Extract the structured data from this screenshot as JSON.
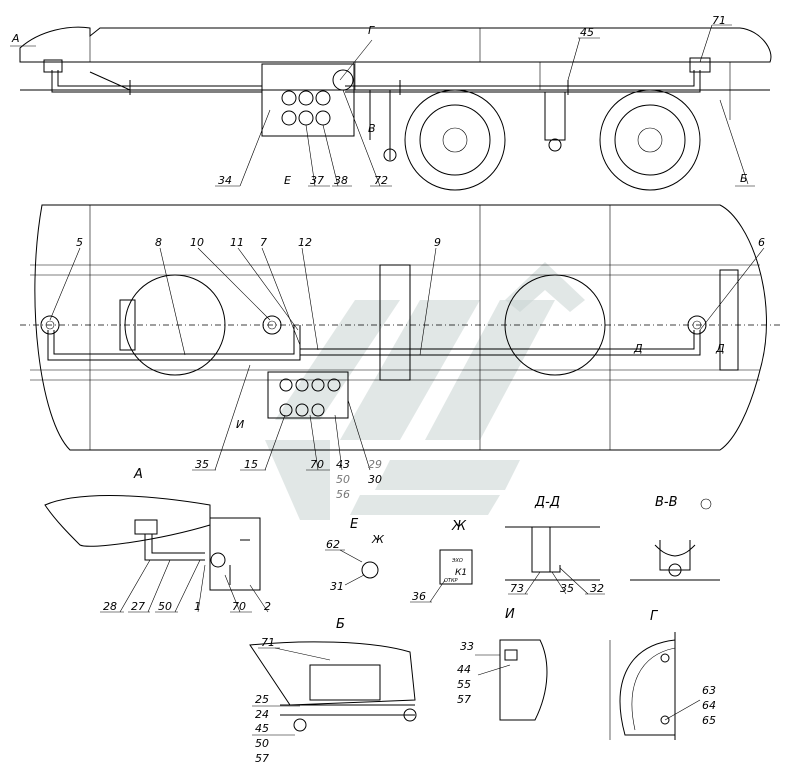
{
  "views": {
    "side": {
      "marker_a": "А",
      "marker_g": "Г",
      "marker_v": "В"
    },
    "detail_titles": {
      "a": "А",
      "e": "Е",
      "zh": "Ж",
      "dd": "Д-Д",
      "vv": "В-В",
      "b": "Б",
      "i": "И",
      "g": "Г"
    },
    "section_marks": {
      "e": "Е",
      "b": "Б",
      "i": "И",
      "d1": "Д",
      "d2": "Д",
      "zh": "Ж"
    },
    "plate_text": {
      "k1": "К1",
      "top": "ЭХО",
      "bottom": "ОТКР"
    }
  },
  "callouts": {
    "c71": "71",
    "c45": "45",
    "c34": "34",
    "c37": "37",
    "c38": "38",
    "c72": "72",
    "c5": "5",
    "c8": "8",
    "c10": "10",
    "c11": "11",
    "c7": "7",
    "c12": "12",
    "c9": "9",
    "c6": "6",
    "c35": "35",
    "c15": "15",
    "c70": "70",
    "c43": "43",
    "c29": "29",
    "c30": "30",
    "c50": "50",
    "c56": "56",
    "a28": "28",
    "a27": "27",
    "a50": "50",
    "a1": "1",
    "a70": "70",
    "a2": "2",
    "e62": "62",
    "e31": "31",
    "zh36": "36",
    "d73": "73",
    "d35": "35",
    "d32": "32",
    "b71": "71",
    "b25": "25",
    "b24": "24",
    "b45": "45",
    "b50": "50",
    "b57": "57",
    "i33": "33",
    "i44": "44",
    "i55": "55",
    "i57": "57",
    "g63": "63",
    "g64": "64",
    "g65": "65"
  }
}
